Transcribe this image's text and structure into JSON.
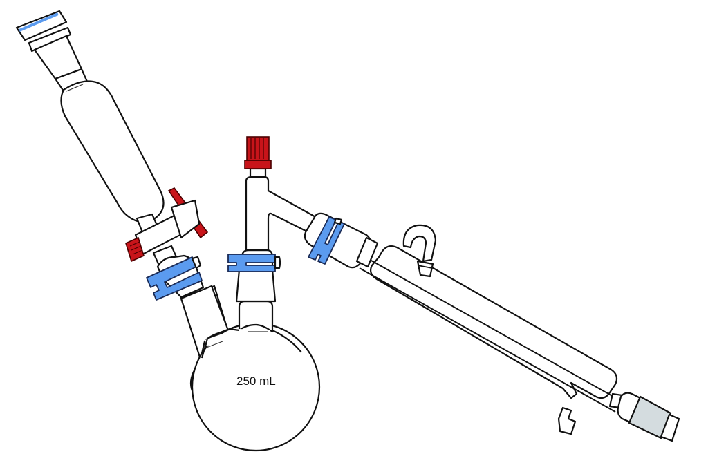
{
  "diagram": {
    "type": "laboratory glassware apparatus",
    "components": [
      {
        "id": "round-bottom-flask",
        "label": "250 mL",
        "necks": 2
      },
      {
        "id": "pressure-equalizing-addition-funnel",
        "label": ""
      },
      {
        "id": "stopcock",
        "label": ""
      },
      {
        "id": "distillation-head",
        "label": ""
      },
      {
        "id": "liebig-condenser",
        "label": ""
      },
      {
        "id": "receiving-adapter",
        "label": ""
      },
      {
        "id": "keck-clips",
        "count": 3
      }
    ],
    "flask": {
      "volume_label": "250 mL"
    },
    "colors": {
      "clip": "#5b9bef",
      "stopcock_handle": "#c8141a",
      "cap": "#c8141a",
      "adapter_sleeve": "#d4dcdf",
      "outline": "#111111",
      "background": "#ffffff"
    }
  }
}
